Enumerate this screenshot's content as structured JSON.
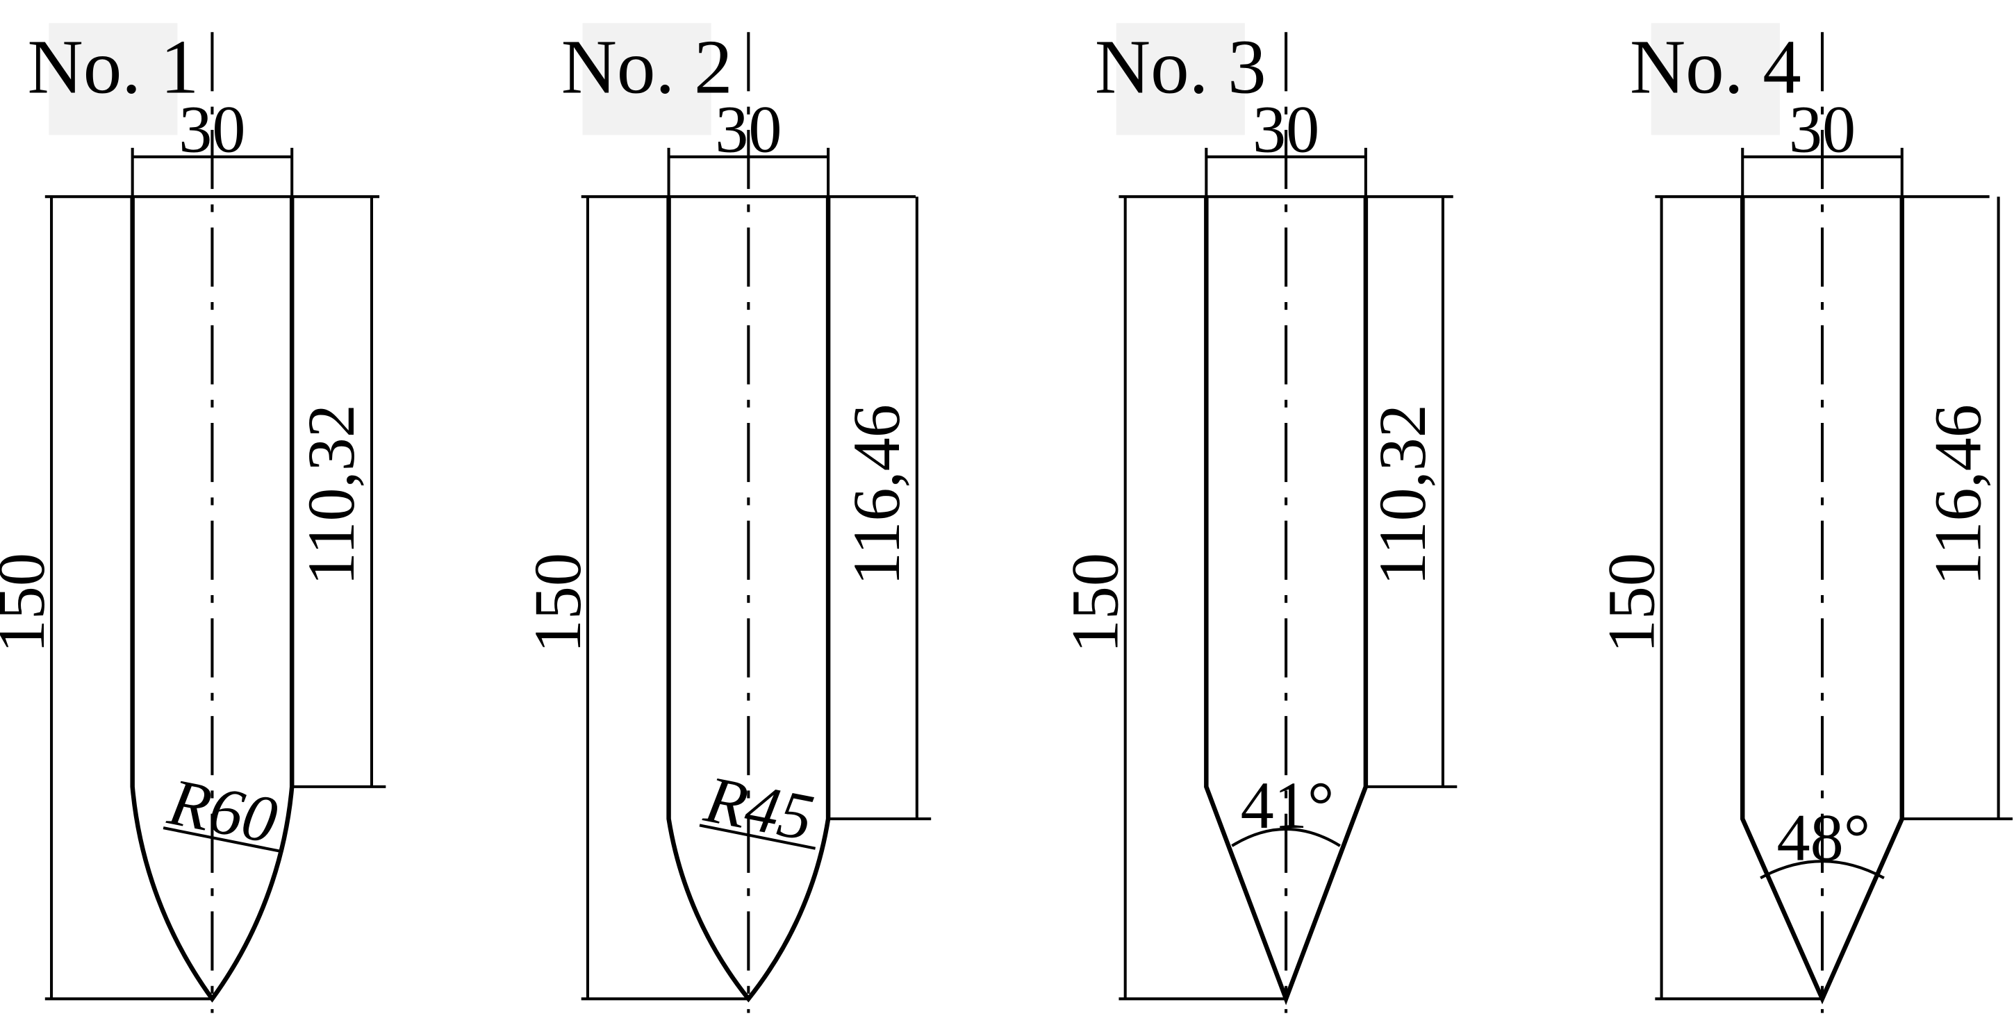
{
  "figure": {
    "background": "#ffffff",
    "line_color": "#000000",
    "label_bg": "#f2f2f2"
  },
  "projectiles": [
    {
      "label": "No. 1",
      "width": "30",
      "total_length": "150",
      "body_length": "110,32",
      "nose_type": "ogive",
      "nose_value": "R60"
    },
    {
      "label": "No. 2",
      "width": "30",
      "total_length": "150",
      "body_length": "116,46",
      "nose_type": "ogive",
      "nose_value": "R45"
    },
    {
      "label": "No. 3",
      "width": "30",
      "total_length": "150",
      "body_length": "110,32",
      "nose_type": "cone",
      "nose_value": "41°"
    },
    {
      "label": "No. 4",
      "width": "30",
      "total_length": "150",
      "body_length": "116,46",
      "nose_type": "cone",
      "nose_value": "48°"
    }
  ]
}
